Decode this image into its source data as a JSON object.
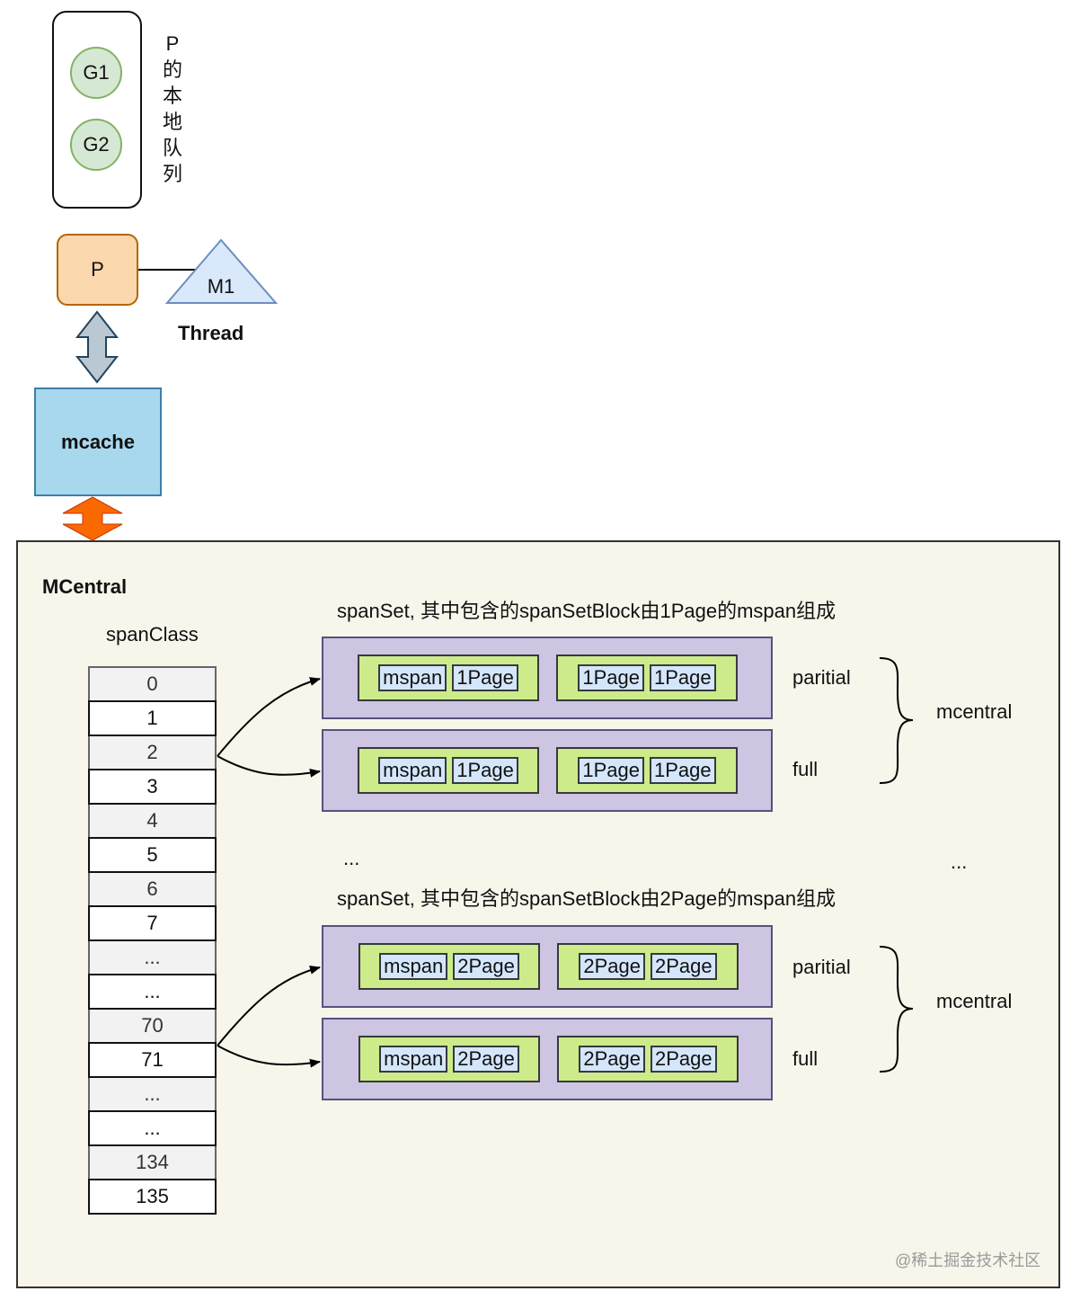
{
  "local_queue": {
    "goroutines": [
      "G1",
      "G2"
    ],
    "label_chars": [
      "P",
      "的",
      "本",
      "地",
      "队",
      "列"
    ]
  },
  "processor": {
    "label": "P"
  },
  "machine": {
    "label": "M1",
    "caption": "Thread"
  },
  "mcache": {
    "label": "mcache"
  },
  "mcentral_panel": {
    "title": "MCentral",
    "span_class_label": "spanClass",
    "span_classes": [
      {
        "label": "0",
        "style": "gray"
      },
      {
        "label": "1",
        "style": "white"
      },
      {
        "label": "2",
        "style": "gray"
      },
      {
        "label": "3",
        "style": "white"
      },
      {
        "label": "4",
        "style": "gray"
      },
      {
        "label": "5",
        "style": "white"
      },
      {
        "label": "6",
        "style": "gray"
      },
      {
        "label": "7",
        "style": "white"
      },
      {
        "label": "...",
        "style": "gray"
      },
      {
        "label": "...",
        "style": "white"
      },
      {
        "label": "70",
        "style": "gray"
      },
      {
        "label": "71",
        "style": "white"
      },
      {
        "label": "...",
        "style": "gray"
      },
      {
        "label": "...",
        "style": "white"
      },
      {
        "label": "134",
        "style": "gray"
      },
      {
        "label": "135",
        "style": "white"
      }
    ],
    "groups": [
      {
        "caption": "spanSet, 其中包含的spanSetBlock由1Page的mspan组成",
        "source_class": "2",
        "sets": [
          {
            "label": "paritial",
            "blocks": [
              [
                "mspan",
                "1Page"
              ],
              [
                "1Page",
                "1Page"
              ]
            ]
          },
          {
            "label": "full",
            "blocks": [
              [
                "mspan",
                "1Page"
              ],
              [
                "1Page",
                "1Page"
              ]
            ]
          }
        ],
        "brace_label": "mcentral"
      },
      {
        "caption": "spanSet, 其中包含的spanSetBlock由2Page的mspan组成",
        "source_class": "70",
        "sets": [
          {
            "label": "paritial",
            "blocks": [
              [
                "mspan",
                "2Page"
              ],
              [
                "2Page",
                "2Page"
              ]
            ]
          },
          {
            "label": "full",
            "blocks": [
              [
                "mspan",
                "2Page"
              ],
              [
                "2Page",
                "2Page"
              ]
            ]
          }
        ],
        "brace_label": "mcentral"
      }
    ],
    "ellipsis_left": "...",
    "ellipsis_right": "..."
  },
  "watermark": "@稀土掘金技术社区",
  "colors": {
    "goroutine_fill": "#d5e8d4",
    "p_fill": "#fad7ac",
    "m_fill": "#dae8fc",
    "mcache_fill": "#a8d8ee",
    "panel_fill": "#f8f5ea",
    "set_fill": "#cdc5e2",
    "block_fill": "#cdeb8b",
    "page_fill": "#d4e6fb",
    "orange_arrow": "#fa6800",
    "gray_arrow": "#bac8d3"
  }
}
